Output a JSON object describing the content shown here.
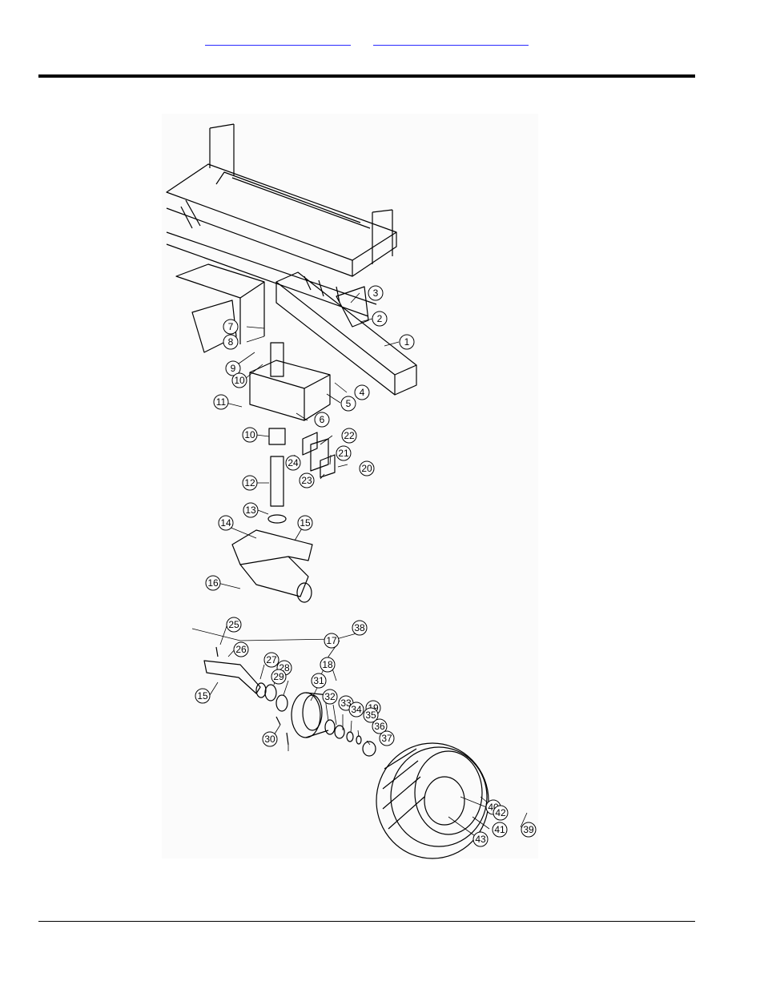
{
  "nav": {
    "link1": "",
    "link2": ""
  },
  "callouts": [
    "1",
    "2",
    "3",
    "4",
    "5",
    "6",
    "7",
    "8",
    "9",
    "10",
    "11",
    "10",
    "12",
    "13",
    "14",
    "15",
    "16",
    "17",
    "18",
    "15",
    "19",
    "20",
    "21",
    "22",
    "23",
    "24",
    "25",
    "26",
    "27",
    "28",
    "29",
    "30",
    "31",
    "32",
    "33",
    "34",
    "35",
    "36",
    "37",
    "38",
    "39",
    "40",
    "41",
    "42",
    "43"
  ]
}
